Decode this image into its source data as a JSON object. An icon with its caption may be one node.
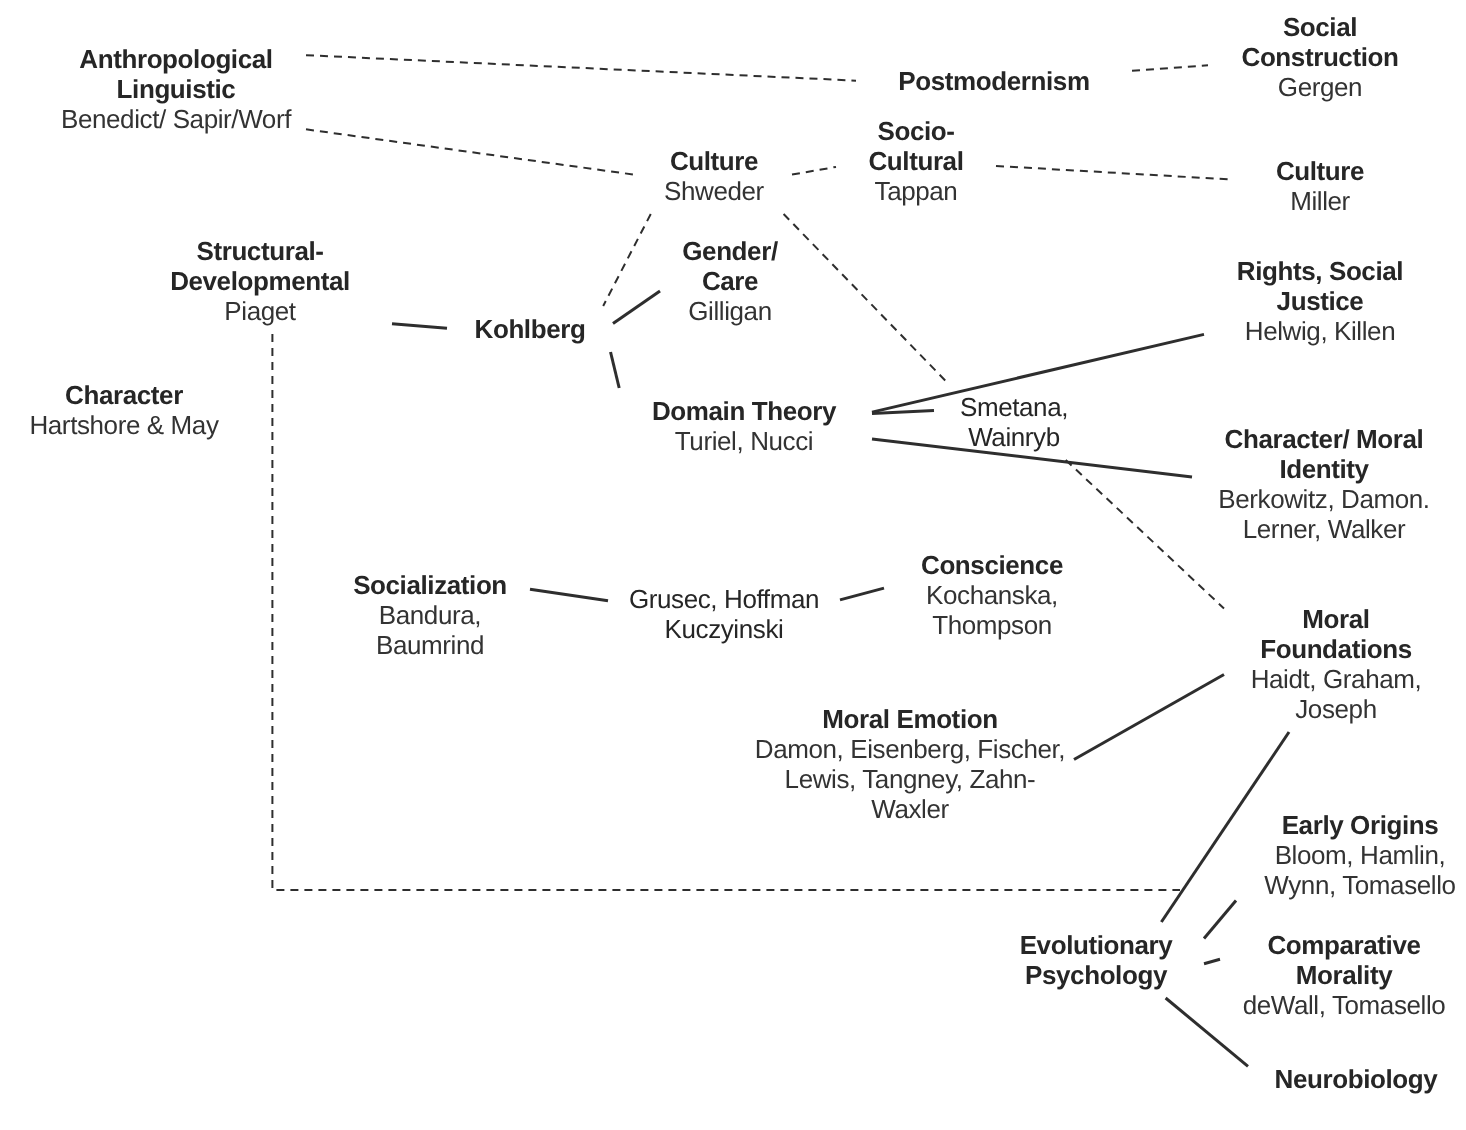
{
  "diagram": {
    "nodes": [
      {
        "text": [
          "Anthropological Linguistic",
          "Benedict/ Sapir/Worf"
        ]
      },
      {
        "text": [
          "Postmodernism"
        ]
      },
      {
        "text": [
          "Social Construction",
          "Gergen"
        ]
      },
      {
        "text": [
          "Culture",
          "Shweder"
        ]
      },
      {
        "text": [
          "Socio-Cultural",
          "Tappan"
        ]
      },
      {
        "text": [
          "Culture",
          "Miller"
        ]
      },
      {
        "text": [
          "Structural-Developmental",
          "Piaget"
        ]
      },
      {
        "text": [
          "Kohlberg"
        ]
      },
      {
        "text": [
          "Gender/ Care",
          "Gilligan"
        ]
      },
      {
        "text": [
          "Character",
          "Hartshore & May"
        ]
      },
      {
        "text": [
          "Domain Theory",
          "Turiel, Nucci"
        ]
      },
      {
        "text": [
          "Smetana, Wainryb"
        ]
      },
      {
        "text": [
          "Rights, Social Justice",
          "Helwig, Killen"
        ]
      },
      {
        "text": [
          "Character/ Moral Identity",
          "Berkowitz, Damon. Lerner, Walker"
        ]
      },
      {
        "text": [
          "Socialization",
          "Bandura, Baumrind"
        ]
      },
      {
        "text": [
          "Grusec, Hoffman Kuczyinski"
        ]
      },
      {
        "text": [
          "Conscience",
          "Kochanska, Thompson"
        ]
      },
      {
        "text": [
          "Moral Foundations",
          "Haidt, Graham, Joseph"
        ]
      },
      {
        "text": [
          "Moral Emotion",
          "Damon, Eisenberg, Fischer, Lewis, Tangney, Zahn-Waxler"
        ]
      },
      {
        "text": [
          "Early Origins",
          "Bloom, Hamlin, Wynn, Tomasello"
        ]
      },
      {
        "text": [
          "Evolutionary Psychology"
        ]
      },
      {
        "text": [
          "Comparative Morality",
          "deWall, Tomasello"
        ]
      },
      {
        "text": [
          "Neurobiology"
        ]
      }
    ],
    "edges": [
      {
        "from": 0,
        "to": 1,
        "arrow": "none",
        "style": "dashed"
      },
      {
        "from": 1,
        "to": 2,
        "arrow": "none",
        "style": "dashed"
      },
      {
        "from": 0,
        "to": 3,
        "arrow": "none",
        "style": "dashed"
      },
      {
        "from": 3,
        "to": 4,
        "arrow": "none",
        "style": "dashed"
      },
      {
        "from": 4,
        "to": 5,
        "arrow": "none",
        "style": "dashed"
      },
      {
        "from": 3,
        "to": 7,
        "arrow": "none",
        "style": "dashed"
      },
      {
        "from": 3,
        "to": 11,
        "arrow": "none",
        "style": "dashed"
      },
      {
        "from": 6,
        "to": 7,
        "arrow": "none"
      },
      {
        "from": 7,
        "to": 8,
        "arrow": "none"
      },
      {
        "from": 7,
        "to": 10,
        "arrow": "none"
      },
      {
        "from": 10,
        "to": 12,
        "arrow": "none"
      },
      {
        "from": 10,
        "to": 11,
        "arrow": "none"
      },
      {
        "from": 10,
        "to": 13,
        "arrow": "none"
      },
      {
        "from": 11,
        "to": 17,
        "arrow": "none",
        "style": "dashed"
      },
      {
        "from": 14,
        "to": 15,
        "arrow": "none"
      },
      {
        "from": 15,
        "to": 16,
        "arrow": "none"
      },
      {
        "from": 18,
        "to": 17,
        "arrow": "none"
      },
      {
        "from": 20,
        "to": 17,
        "arrow": "none"
      },
      {
        "from": 20,
        "to": 19,
        "arrow": "none"
      },
      {
        "from": 20,
        "to": 21,
        "arrow": "none"
      },
      {
        "from": 20,
        "to": 22,
        "arrow": "none"
      },
      {
        "from": 6,
        "to": null,
        "arrow": "none",
        "style": "dashed"
      }
    ]
  }
}
